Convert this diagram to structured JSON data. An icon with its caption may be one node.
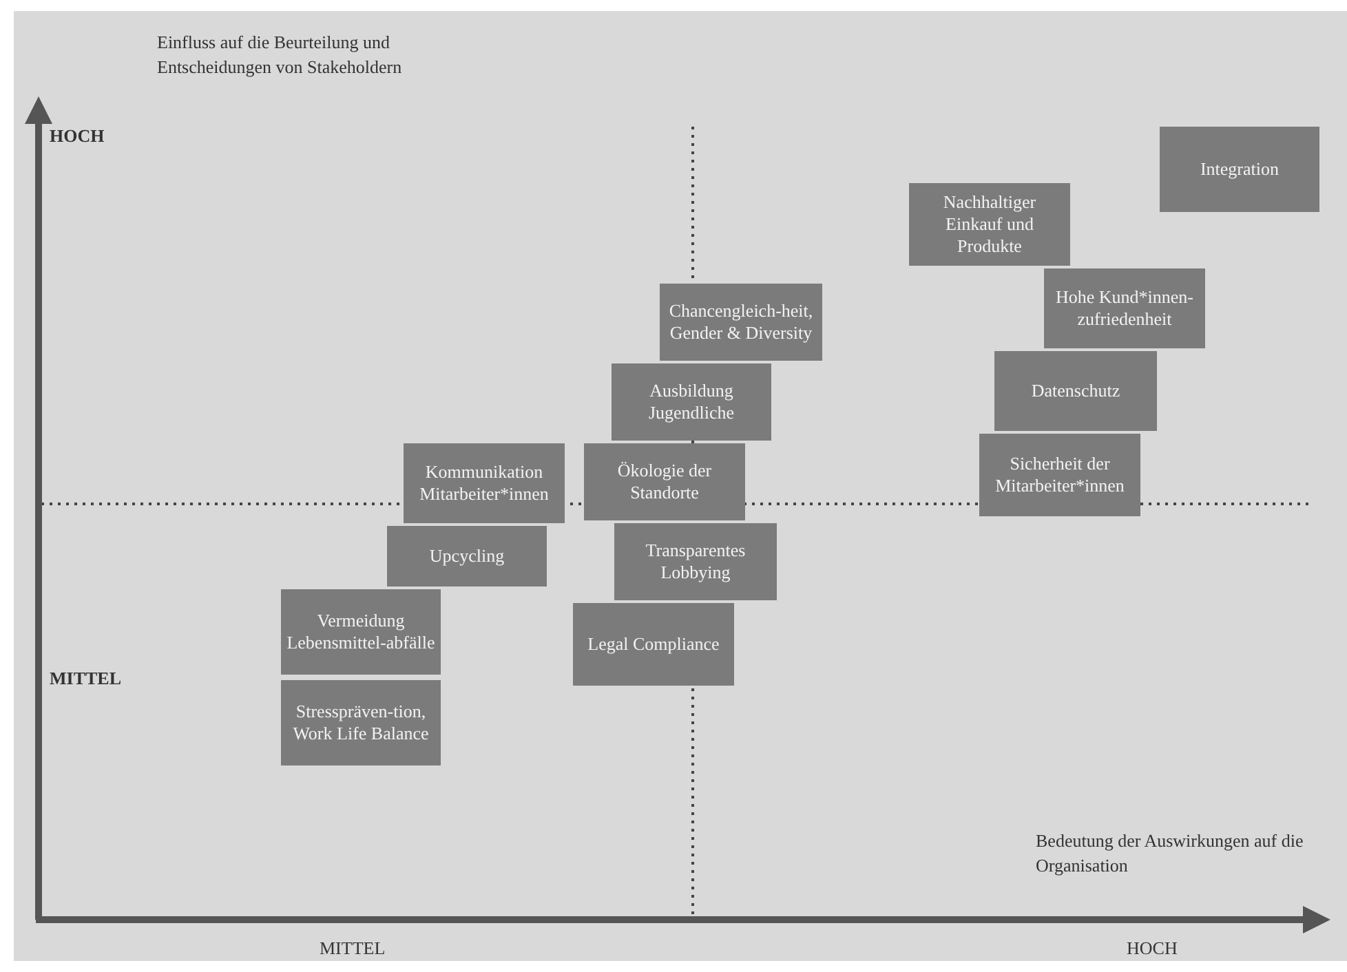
{
  "diagram": {
    "nodes": [
      {
        "text": [
          "Integration"
        ]
      },
      {
        "text": [
          "Nachhaltiger Einkauf und Produkte"
        ]
      },
      {
        "text": [
          "Hohe Kund*innen-zufriedenheit"
        ]
      },
      {
        "text": [
          "Datenschutz"
        ]
      },
      {
        "text": [
          "Sicherheit der Mitarbeiter*innen"
        ]
      },
      {
        "text": [
          "Chancengleich-heit, Gender & Diversity"
        ]
      },
      {
        "text": [
          "Ausbildung Jugendliche"
        ]
      },
      {
        "text": [
          "Ökologie der Standorte"
        ]
      },
      {
        "text": [
          "Kommunikation Mitarbeiter*innen"
        ]
      },
      {
        "text": [
          "Transparentes Lobbying"
        ]
      },
      {
        "text": [
          "Upcycling"
        ]
      },
      {
        "text": [
          "Vermeidung Lebensmittel-abfälle"
        ]
      },
      {
        "text": [
          "Legal Compliance"
        ]
      },
      {
        "text": [
          "Stresspräven-tion, Work Life Balance"
        ]
      }
    ],
    "labels": [
      "Einfluss auf die Beurteilung und Entscheidungen von Stakeholdern",
      "HOCH",
      "MITTEL",
      "Bedeutung der Auswirkungen auf die Organisation",
      "MITTEL",
      "HOCH"
    ]
  }
}
